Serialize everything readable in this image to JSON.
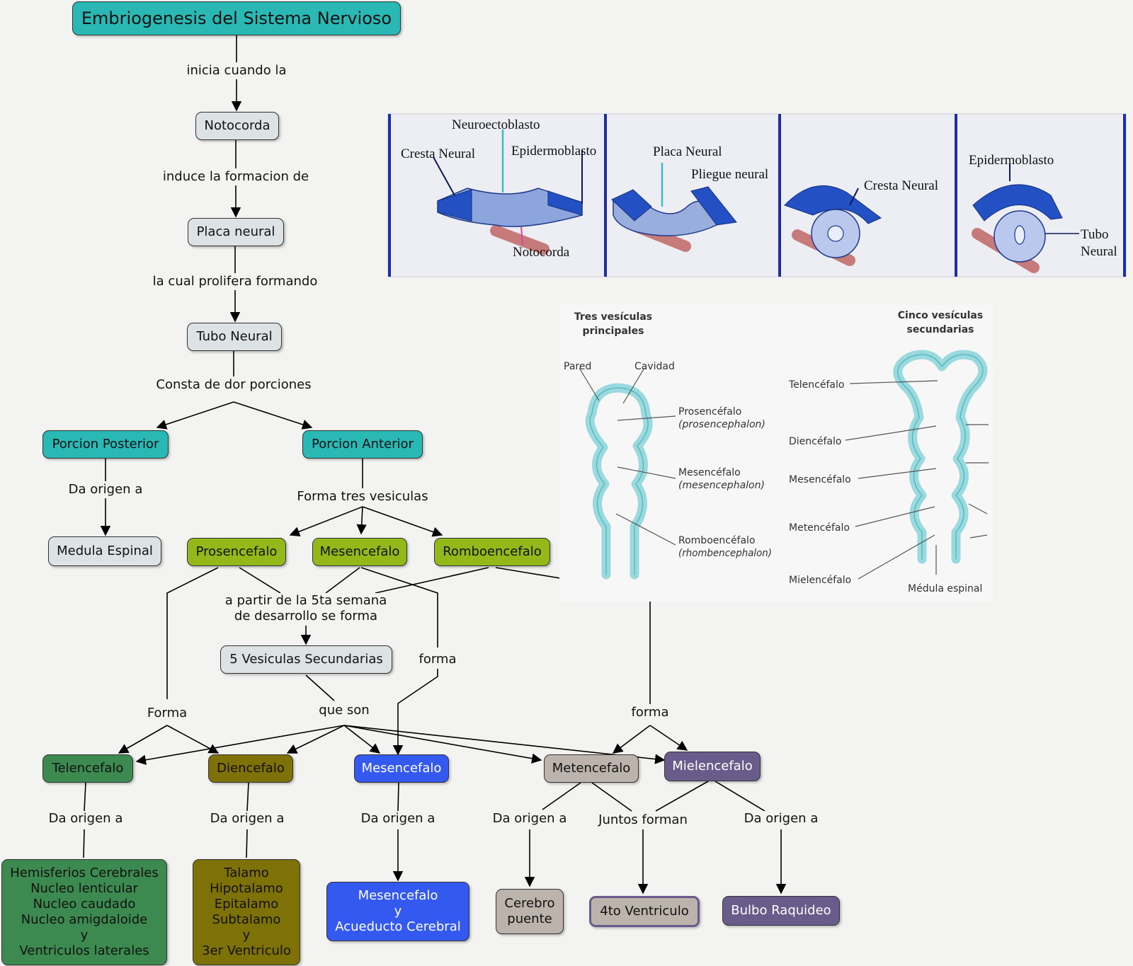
{
  "diagram": {
    "title": "Embriogenesis del Sistema Nervioso",
    "nodes": {
      "notocorda": "Notocorda",
      "placa_neural": "Placa neural",
      "tubo_neural": "Tubo Neural",
      "porcion_posterior": "Porcion Posterior",
      "porcion_anterior": "Porcion Anterior",
      "medula_espinal": "Medula Espinal",
      "prosencefalo": "Prosencefalo",
      "mesencefalo_1": "Mesencefalo",
      "romboencefalo": "Romboencefalo",
      "vesiculas_secundarias": "5 Vesiculas Secundarias",
      "telencefalo": "Telencefalo",
      "diencefalo": "Diencefalo",
      "mesencefalo_2": "Mesencefalo",
      "metencefalo": "Metencefalo",
      "mielencefalo": "Mielencefalo",
      "telencefalo_derivados": "Hemisferios Cerebrales\nNucleo lenticular\nNucleo caudado\nNucleo amigdaloide\ny\nVentriculos laterales",
      "diencefalo_derivados": "Talamo\nHipotalamo\nEpitalamo\nSubtalamo\ny\n3er Ventriculo",
      "mesencefalo_derivados": "Mesencefalo\ny\nAcueducto Cerebral",
      "cerebro_puente": "Cerebro\npuente",
      "cuarto_ventriculo": "4to Ventriculo",
      "bulbo_raquideo": "Bulbo Raquideo"
    },
    "links": {
      "inicia": "inicia cuando la",
      "induce": "induce la formacion de",
      "prolifera": "la cual prolifera formando",
      "consta": "Consta de dor porciones",
      "da_origen_posterior": "Da origen a",
      "forma_tres": "Forma tres vesiculas",
      "a_partir": "a partir de la 5ta semana\nde desarrollo se forma",
      "forma_mesencefalo": "forma",
      "forma_prosencefalo": "Forma",
      "que_son": "que son",
      "forma_romboencefalo": "forma",
      "da_origen_tel": "Da origen a",
      "da_origen_dien": "Da origen a",
      "da_origen_mes": "Da origen a",
      "da_origen_met": "Da origen a",
      "juntos": "Juntos forman",
      "da_origen_miel": "Da origen a"
    }
  },
  "figure_neurulation": {
    "labels": {
      "neuroectoblasto": "Neuroectoblasto",
      "cresta_neural_1": "Cresta Neural",
      "epidermoblasto_1": "Epidermoblasto",
      "notocorda": "Notocorda",
      "placa_neural": "Placa Neural",
      "pliegue_neural": "Pliegue neural",
      "cresta_neural_2": "Cresta Neural",
      "epidermoblasto_2": "Epidermoblasto",
      "tubo_neural": "Tubo\nNeural"
    }
  },
  "figure_vesicles": {
    "three": {
      "heading": "Tres vesículas\nprincipales",
      "pared": "Pared",
      "cavidad": "Cavidad",
      "prosencefalo": "Prosencéfalo",
      "prosencefalo_latin": "(prosencephalon)",
      "mesencefalo": "Mesencéfalo",
      "mesencefalo_latin": "(mesencephalon)",
      "romboencefalo": "Romboencéfalo",
      "romboencefalo_latin": "(rhombencephalon)"
    },
    "five": {
      "heading": "Cinco vesículas\nsecundarias",
      "telencefalo": "Telencéfalo",
      "diencefalo": "Diencéfalo",
      "mesencefalo": "Mesencéfalo",
      "metencefalo": "Metencéfalo",
      "mielencefalo": "Mielencéfalo",
      "medula": "Médula espinal"
    }
  },
  "colors": {
    "teal": "#2ab8b4",
    "gray": "#dde2e4",
    "lime": "#93b81a",
    "telencefalo": "#3c8a50",
    "diencefalo": "#7e7108",
    "mesencefalo": "#3459f0",
    "metencefalo": "#bcb3ad",
    "mielencefalo": "#6a5c8a"
  }
}
